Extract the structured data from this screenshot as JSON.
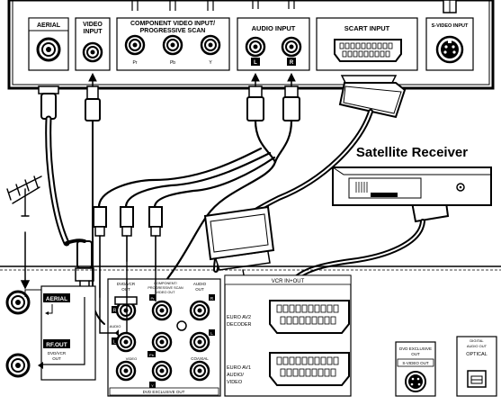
{
  "tv_panel": {
    "aerial": "AERIAL",
    "video_input": [
      "VIDEO",
      "INPUT"
    ],
    "component": [
      "COMPONENT VIDEO INPUT/",
      "PROGRESSIVE SCAN"
    ],
    "pr": "Pr",
    "pb": "Pb",
    "y": "Y",
    "audio_input": "AUDIO INPUT",
    "audio_l": "L",
    "audio_r": "R",
    "scart_input": "SCART INPUT",
    "svideo_label": "S-VIDEO INPUT"
  },
  "satellite_receiver": "Satellite Receiver",
  "recorder_panel": {
    "aerial": "AERIAL",
    "rf_out": [
      "RF.OUT",
      "DVD/VCR",
      "OUT"
    ],
    "dvd_vcr_out": [
      "DVD/VCR",
      "OUT"
    ],
    "component_progressive": [
      "COMPONENT/",
      "PROGRESSIVE SCAN",
      "VIDEO OUT"
    ],
    "audio_out": [
      "AUDIO",
      "OUT"
    ],
    "pr": "Pr",
    "pb": "Pb",
    "y": "Y",
    "r_marker": "R",
    "l_marker": "L",
    "audio_small": "AUDIO",
    "video_small": "VIDEO",
    "coaxial": "COAXIAL",
    "dvd_exclusive_out": "DVD EXCLUSIVE OUT",
    "vcr_in_out": "VCR IN+OUT",
    "euro_av2": [
      "EURO AV2",
      "DECODER"
    ],
    "euro_av1": [
      "EURO AV1",
      "AUDIO/",
      "VIDEO"
    ],
    "svideo_box_title": [
      "DVD EXCLUSIVE",
      "OUT"
    ],
    "svideo_out": "S-VIDEO OUT",
    "digital_audio_out": [
      "DIGITAL",
      "AUDIO OUT"
    ],
    "optical": "OPTICAL"
  }
}
